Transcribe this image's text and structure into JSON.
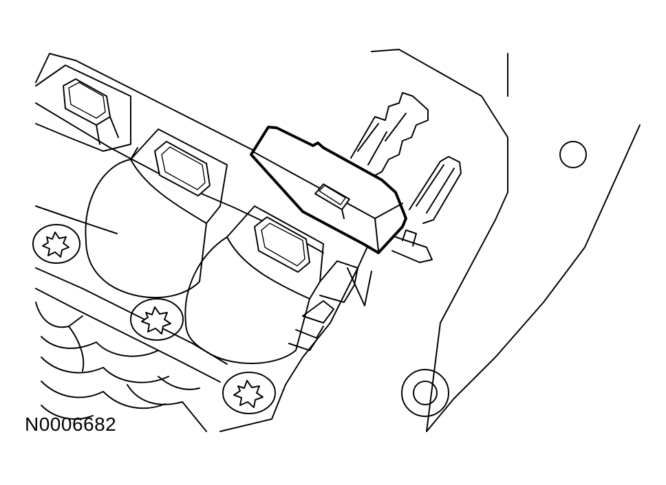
{
  "figure": {
    "code": "N0006682",
    "line_color": "#000000",
    "background_color": "#ffffff",
    "subject": "solenoid-body-with-electrical-connector",
    "highlighted_part": "electrical-connector",
    "fastener_type": "torx-bolt"
  }
}
